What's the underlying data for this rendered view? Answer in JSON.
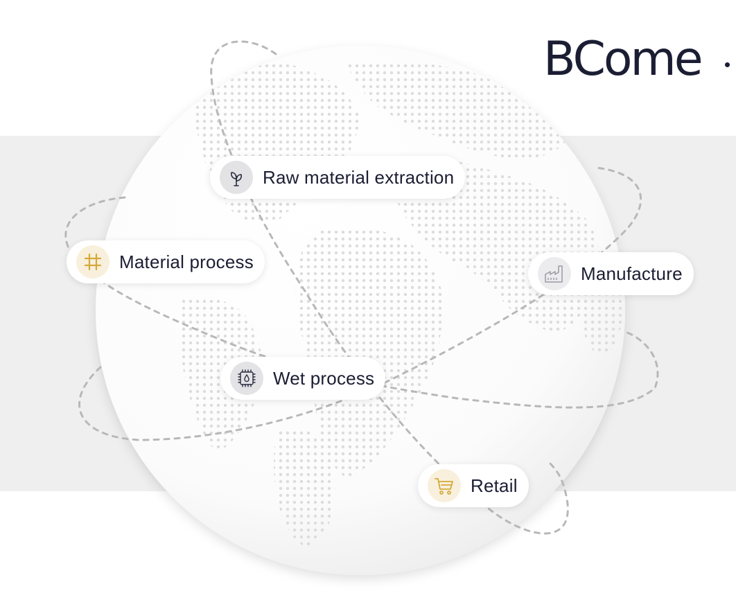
{
  "brand": {
    "name": "BCome"
  },
  "stages": [
    {
      "label": "Raw material extraction",
      "icon": "plant-icon"
    },
    {
      "label": "Material process",
      "icon": "grid-icon"
    },
    {
      "label": "Manufacture",
      "icon": "factory-icon"
    },
    {
      "label": "Wet process",
      "icon": "water-drop-icon"
    },
    {
      "label": "Retail",
      "icon": "shopping-cart-icon"
    }
  ],
  "colors": {
    "text": "#1b1d33",
    "accent_gold": "#d4a93a",
    "band": "#efefef",
    "orbit": "#b8b8b8"
  }
}
